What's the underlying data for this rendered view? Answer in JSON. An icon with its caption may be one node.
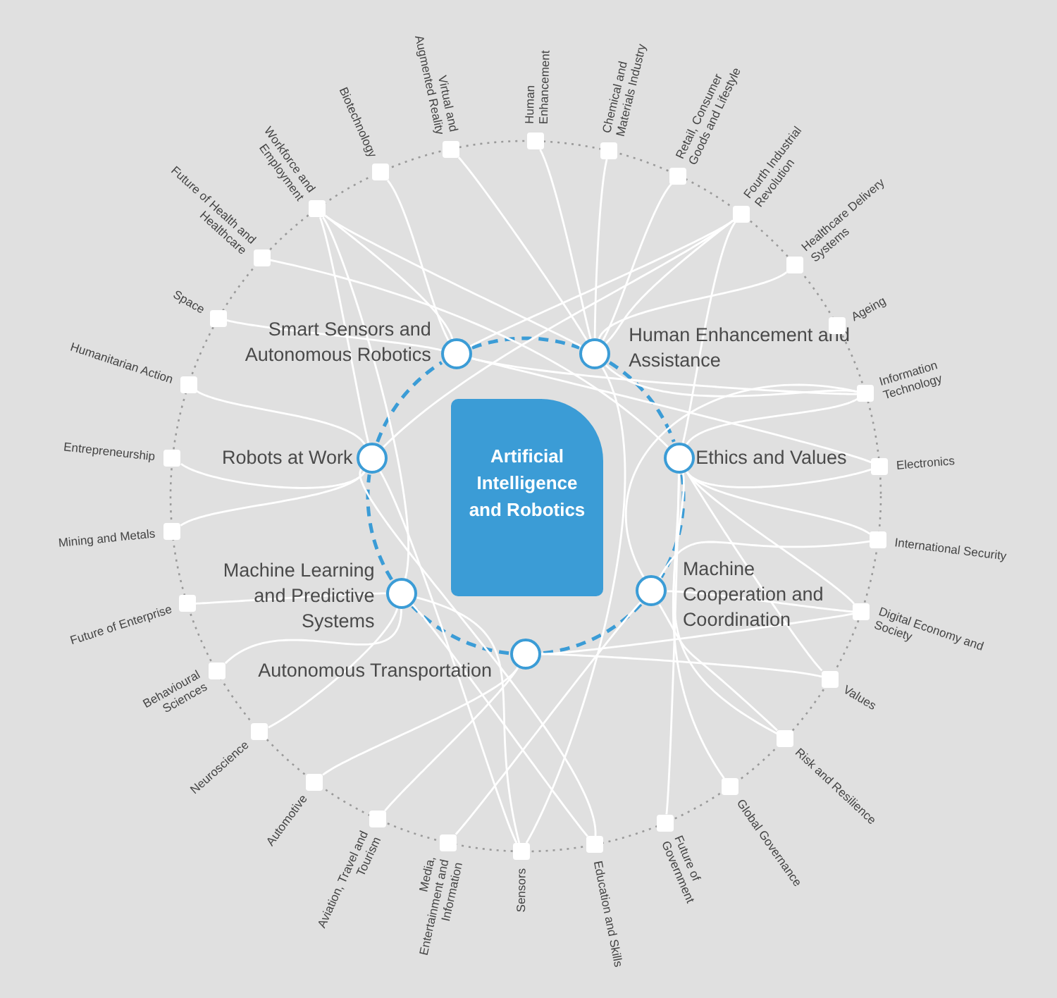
{
  "diagram": {
    "nodes": [
      {
        "text": [
          "Artificial Intelligence and Robotics"
        ]
      },
      {
        "text": [
          "Smart Sensors and Autonomous Robotics"
        ]
      },
      {
        "text": [
          "Human Enhancement and Assistance"
        ]
      },
      {
        "text": [
          "Ethics and Values"
        ]
      },
      {
        "text": [
          "Machine Cooperation and Coordination"
        ]
      },
      {
        "text": [
          "Autonomous Transportation"
        ]
      },
      {
        "text": [
          "Machine Learning and Predictive Systems"
        ]
      },
      {
        "text": [
          "Robots at Work"
        ]
      },
      {
        "text": [
          "Human Enhancement"
        ]
      },
      {
        "text": [
          "Chemical and Materials Industry"
        ]
      },
      {
        "text": [
          "Retail, Consumer Goods and Lifestyle"
        ]
      },
      {
        "text": [
          "Fourth Industrial Revolution"
        ]
      },
      {
        "text": [
          "Healthcare Delivery Systems"
        ]
      },
      {
        "text": [
          "Ageing"
        ]
      },
      {
        "text": [
          "Information Technology"
        ]
      },
      {
        "text": [
          "Electronics"
        ]
      },
      {
        "text": [
          "International Security"
        ]
      },
      {
        "text": [
          "Digital Economy and Society"
        ]
      },
      {
        "text": [
          "Values"
        ]
      },
      {
        "text": [
          "Risk and Resilience"
        ]
      },
      {
        "text": [
          "Global Governance"
        ]
      },
      {
        "text": [
          "Future of Government"
        ]
      },
      {
        "text": [
          "Education and Skills"
        ]
      },
      {
        "text": [
          "Sensors"
        ]
      },
      {
        "text": [
          "Media, Entertainment and Information"
        ]
      },
      {
        "text": [
          "Aviation, Travel and Tourism"
        ]
      },
      {
        "text": [
          "Automotive"
        ]
      },
      {
        "text": [
          "Neuroscience"
        ]
      },
      {
        "text": [
          "Behavioural Sciences"
        ]
      },
      {
        "text": [
          "Future of Enterprise"
        ]
      },
      {
        "text": [
          "Mining and Metals"
        ]
      },
      {
        "text": [
          "Entrepreneurship"
        ]
      },
      {
        "text": [
          "Humanitarian Action"
        ]
      },
      {
        "text": [
          "Space"
        ]
      },
      {
        "text": [
          "Future of Health and Healthcare"
        ]
      },
      {
        "text": [
          "Workforce and Employment"
        ]
      },
      {
        "text": [
          "Biotechnology"
        ]
      },
      {
        "text": [
          "Virtual and Augmented Reality"
        ]
      }
    ],
    "edges": [
      {
        "from": 1,
        "to": 2,
        "arrow": "none",
        "style": "dashed",
        "color": "#3b9cd6"
      },
      {
        "from": 2,
        "to": 3,
        "arrow": "none",
        "style": "dashed",
        "color": "#3b9cd6"
      },
      {
        "from": 3,
        "to": 4,
        "arrow": "none",
        "style": "dashed",
        "color": "#3b9cd6"
      },
      {
        "from": 4,
        "to": 5,
        "arrow": "none",
        "style": "dashed",
        "color": "#3b9cd6"
      },
      {
        "from": 5,
        "to": 6,
        "arrow": "none",
        "style": "dashed",
        "color": "#3b9cd6"
      },
      {
        "from": 6,
        "to": 7,
        "arrow": "none",
        "style": "dashed",
        "color": "#3b9cd6"
      },
      {
        "from": 7,
        "to": 1,
        "arrow": "none",
        "style": "dashed",
        "color": "#3b9cd6"
      },
      {
        "from": 2,
        "to": 8,
        "arrow": "none"
      },
      {
        "from": 2,
        "to": 9,
        "arrow": "none"
      },
      {
        "from": 2,
        "to": 10,
        "arrow": "none"
      },
      {
        "from": 2,
        "to": 11,
        "arrow": "none"
      },
      {
        "from": 1,
        "to": 11,
        "arrow": "none"
      },
      {
        "from": 3,
        "to": 11,
        "arrow": "none"
      },
      {
        "from": 7,
        "to": 11,
        "arrow": "none"
      },
      {
        "from": 2,
        "to": 12,
        "arrow": "none"
      },
      {
        "from": 2,
        "to": 14,
        "arrow": "none"
      },
      {
        "from": 1,
        "to": 14,
        "arrow": "none"
      },
      {
        "from": 3,
        "to": 14,
        "arrow": "none"
      },
      {
        "from": 4,
        "to": 14,
        "arrow": "none"
      },
      {
        "from": 1,
        "to": 15,
        "arrow": "none"
      },
      {
        "from": 3,
        "to": 15,
        "arrow": "none"
      },
      {
        "from": 3,
        "to": 16,
        "arrow": "none"
      },
      {
        "from": 4,
        "to": 16,
        "arrow": "none"
      },
      {
        "from": 3,
        "to": 17,
        "arrow": "none"
      },
      {
        "from": 4,
        "to": 17,
        "arrow": "none"
      },
      {
        "from": 5,
        "to": 17,
        "arrow": "none"
      },
      {
        "from": 3,
        "to": 18,
        "arrow": "none"
      },
      {
        "from": 5,
        "to": 18,
        "arrow": "none"
      },
      {
        "from": 3,
        "to": 19,
        "arrow": "none"
      },
      {
        "from": 4,
        "to": 19,
        "arrow": "none"
      },
      {
        "from": 3,
        "to": 20,
        "arrow": "none"
      },
      {
        "from": 3,
        "to": 21,
        "arrow": "none"
      },
      {
        "from": 6,
        "to": 22,
        "arrow": "none"
      },
      {
        "from": 7,
        "to": 22,
        "arrow": "none"
      },
      {
        "from": 6,
        "to": 23,
        "arrow": "none"
      },
      {
        "from": 2,
        "to": 23,
        "arrow": "none"
      },
      {
        "from": 7,
        "to": 23,
        "arrow": "none"
      },
      {
        "from": 4,
        "to": 24,
        "arrow": "none"
      },
      {
        "from": 5,
        "to": 25,
        "arrow": "none"
      },
      {
        "from": 5,
        "to": 26,
        "arrow": "none"
      },
      {
        "from": 6,
        "to": 27,
        "arrow": "none"
      },
      {
        "from": 6,
        "to": 28,
        "arrow": "none"
      },
      {
        "from": 6,
        "to": 29,
        "arrow": "none"
      },
      {
        "from": 7,
        "to": 30,
        "arrow": "none"
      },
      {
        "from": 7,
        "to": 31,
        "arrow": "none"
      },
      {
        "from": 7,
        "to": 32,
        "arrow": "none"
      },
      {
        "from": 1,
        "to": 33,
        "arrow": "none"
      },
      {
        "from": 3,
        "to": 34,
        "arrow": "none"
      },
      {
        "from": 1,
        "to": 35,
        "arrow": "none"
      },
      {
        "from": 7,
        "to": 35,
        "arrow": "none"
      },
      {
        "from": 6,
        "to": 35,
        "arrow": "none"
      },
      {
        "from": 2,
        "to": 35,
        "arrow": "none"
      },
      {
        "from": 1,
        "to": 36,
        "arrow": "none"
      },
      {
        "from": 2,
        "to": 37,
        "arrow": "none"
      }
    ]
  }
}
